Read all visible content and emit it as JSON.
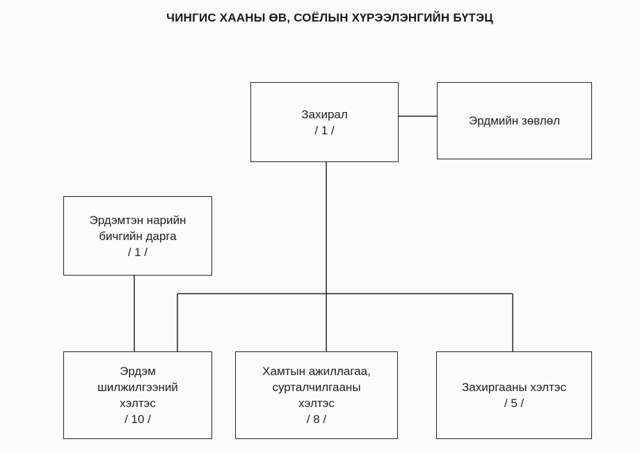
{
  "title": "ЧИНГИС ХААНЫ ӨВ, СОЁЛЫН ХҮРЭЭЛЭНГИЙН БҮТЭЦ",
  "nodes": {
    "director": {
      "lines": [
        "Захирал",
        "/ 1 /"
      ]
    },
    "academic_council": {
      "lines": [
        "Эрдмийн зөвлөл"
      ]
    },
    "scientific_secretary": {
      "lines": [
        "Эрдэмтэн нарийн",
        "бичгийн дарга",
        "/ 1 /"
      ]
    },
    "research_department": {
      "lines": [
        "Эрдэм",
        "шилжилгээний",
        "хэлтэс",
        "/ 10 /"
      ]
    },
    "cooperation_department": {
      "lines": [
        "Хамтын ажиллагаа,",
        "сурталчилгааны",
        "хэлтэс",
        "/ 8 /"
      ]
    },
    "administration_department": {
      "lines": [
        "Захиргааны хэлтэс",
        "/ 5 /"
      ]
    }
  }
}
